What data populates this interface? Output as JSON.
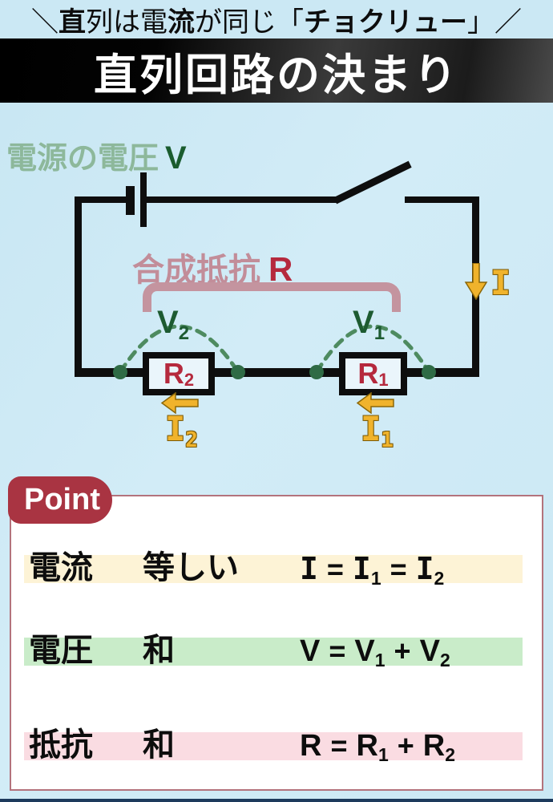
{
  "top_banner": {
    "parts": [
      {
        "t": "＼",
        "bold": false
      },
      {
        "t": "直",
        "bold": true
      },
      {
        "t": "列は電",
        "bold": false
      },
      {
        "t": "流",
        "bold": true
      },
      {
        "t": "が同じ「",
        "bold": false
      },
      {
        "t": "チョクリュー",
        "bold": true
      },
      {
        "t": "」",
        "bold": false
      },
      {
        "t": "／",
        "bold": false
      }
    ]
  },
  "title": "直列回路の決まり",
  "circuit": {
    "source_voltage_label": "電源の電圧",
    "source_voltage_symbol": "V",
    "combined_resistance_label": "合成抵抗",
    "combined_resistance_symbol": "R",
    "current_symbol": "I",
    "voltage1": {
      "base": "V",
      "sub": "1"
    },
    "voltage2": {
      "base": "V",
      "sub": "2"
    },
    "resistor1": {
      "base": "R",
      "sub": "1"
    },
    "resistor2": {
      "base": "R",
      "sub": "2"
    },
    "current1": {
      "base": "I",
      "sub": "1"
    },
    "current2": {
      "base": "I",
      "sub": "2"
    }
  },
  "point": {
    "badge_label": "Point",
    "rows": [
      {
        "name": "電流",
        "rule": "等しい",
        "highlight": "#fdf3d6",
        "formula": [
          {
            "b": "I",
            "mono": true
          },
          {
            "op": "="
          },
          {
            "b": "I",
            "sub": "1",
            "mono": true
          },
          {
            "op": "="
          },
          {
            "b": "I",
            "sub": "2",
            "mono": true
          }
        ]
      },
      {
        "name": "電圧",
        "rule": "和",
        "highlight": "#c9ecc9",
        "formula": [
          {
            "b": "V"
          },
          {
            "op": "="
          },
          {
            "b": "V",
            "sub": "1"
          },
          {
            "op": "+"
          },
          {
            "b": "V",
            "sub": "2"
          }
        ]
      },
      {
        "name": "抵抗",
        "rule": "和",
        "highlight": "#fadce2",
        "formula": [
          {
            "b": "R"
          },
          {
            "op": "="
          },
          {
            "b": "R",
            "sub": "1"
          },
          {
            "op": "+"
          },
          {
            "b": "R",
            "sub": "2"
          }
        ]
      }
    ]
  },
  "colors": {
    "background": "#cde9f4",
    "banner_text": "#0d0d0d",
    "title_banner_dark": "#000000",
    "wire_black": "#0e0e0e",
    "source_label_green": "#8db89b",
    "symbol_dark_green": "#1a5c2e",
    "combined_label_pink": "#c28d99",
    "crimson": "#b5293d",
    "bracket_pink": "#c4949f",
    "node_dot_green": "#2f6b45",
    "arc_dash_green": "#4e8b60",
    "current_yellow": "#f0b32c",
    "badge_red": "#a93442",
    "box_border": "#b3737c",
    "row_highlight_yellow": "#fdf3d6",
    "row_highlight_green": "#c9ecc9",
    "row_highlight_pink": "#fadce2",
    "bottom_strip_navy": "#1d3a5c"
  }
}
